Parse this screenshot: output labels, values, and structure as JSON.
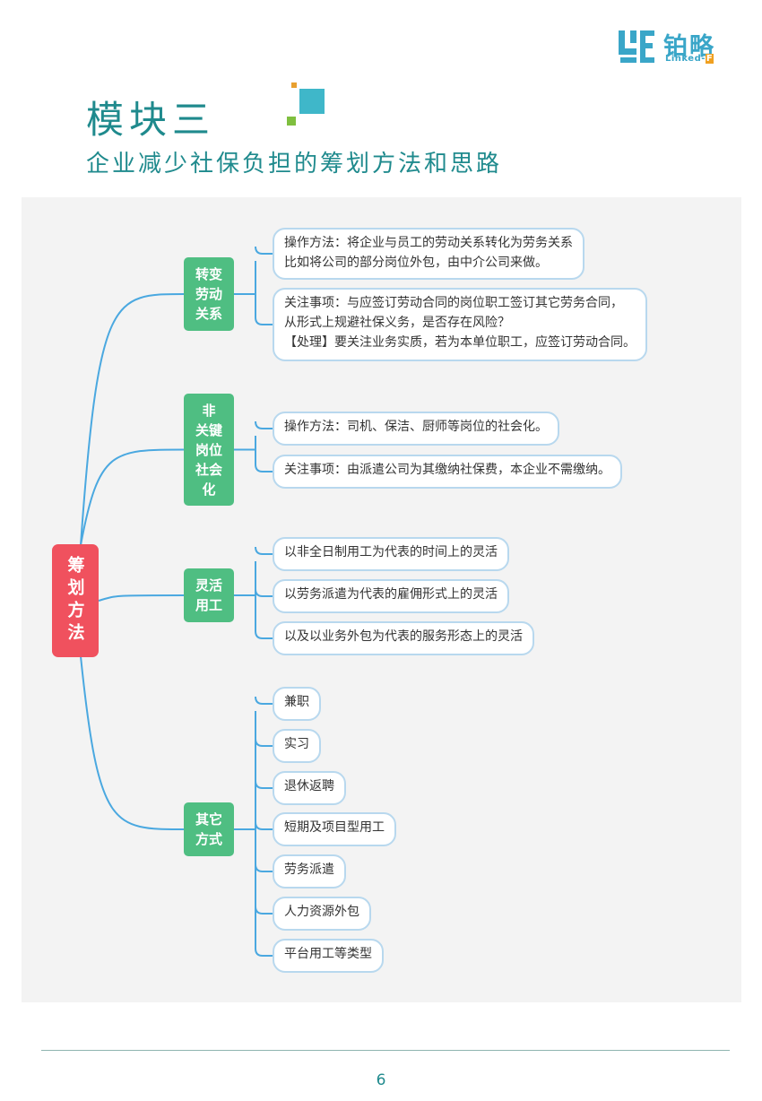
{
  "header": {
    "logo": {
      "cn": "铂略",
      "en": "Linked-",
      "en_badge": "F"
    },
    "module_title": "模块三",
    "subtitle": "企业减少社保负担的筹划方法和思路"
  },
  "mindmap": {
    "root": "筹划方法",
    "branches": [
      {
        "label_lines": [
          "转变",
          "劳动",
          "关系"
        ],
        "leaves": [
          [
            "操作方法：将企业与员工的劳动关系转化为劳务关系",
            "比如将公司的部分岗位外包，由中介公司来做。"
          ],
          [
            "关注事项：与应签订劳动合同的岗位职工签订其它劳务合同，",
            "从形式上规避社保义务，是否存在风险？",
            "【处理】要关注业务实质，若为本单位职工，应签订劳动合同。"
          ]
        ]
      },
      {
        "label_lines": [
          "非",
          "关键",
          "岗位",
          "社会",
          "化"
        ],
        "leaves": [
          [
            "操作方法：司机、保洁、厨师等岗位的社会化。"
          ],
          [
            "关注事项：由派遣公司为其缴纳社保费，本企业不需缴纳。"
          ]
        ]
      },
      {
        "label_lines": [
          "灵活",
          "用工"
        ],
        "leaves": [
          [
            "以非全日制用工为代表的时间上的灵活"
          ],
          [
            "以劳务派遣为代表的雇佣形式上的灵活"
          ],
          [
            "以及以业务外包为代表的服务形态上的灵活"
          ]
        ]
      },
      {
        "label_lines": [
          "其它",
          "方式"
        ],
        "leaves": [
          [
            "兼职"
          ],
          [
            "实习"
          ],
          [
            "退休返聘"
          ],
          [
            "短期及项目型用工"
          ],
          [
            "劳务派遣"
          ],
          [
            "人力资源外包"
          ],
          [
            "平台用工等类型"
          ]
        ]
      }
    ]
  },
  "footer": {
    "page_number": "6"
  },
  "colors": {
    "root": "#f0515e",
    "branch": "#4fbe82",
    "leaf_border": "#b8d8ee",
    "link": "#4aa8e0",
    "title": "#1f8a8d"
  }
}
